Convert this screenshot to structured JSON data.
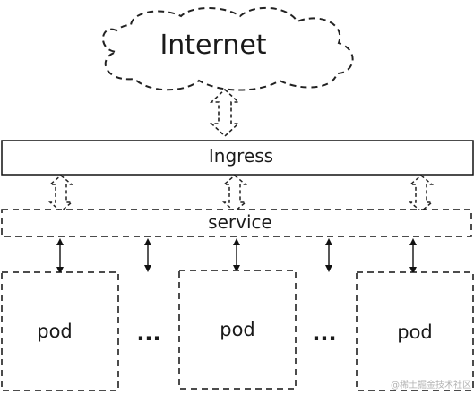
{
  "diagram": {
    "internet_label": "Internet",
    "ingress_label": "Ingress",
    "service_label": "service",
    "pods": [
      {
        "label": "pod"
      },
      {
        "label": "pod"
      },
      {
        "label": "pod"
      }
    ],
    "ellipsis": [
      "...",
      "..."
    ],
    "watermark": "@稀土掘金技术社区"
  }
}
